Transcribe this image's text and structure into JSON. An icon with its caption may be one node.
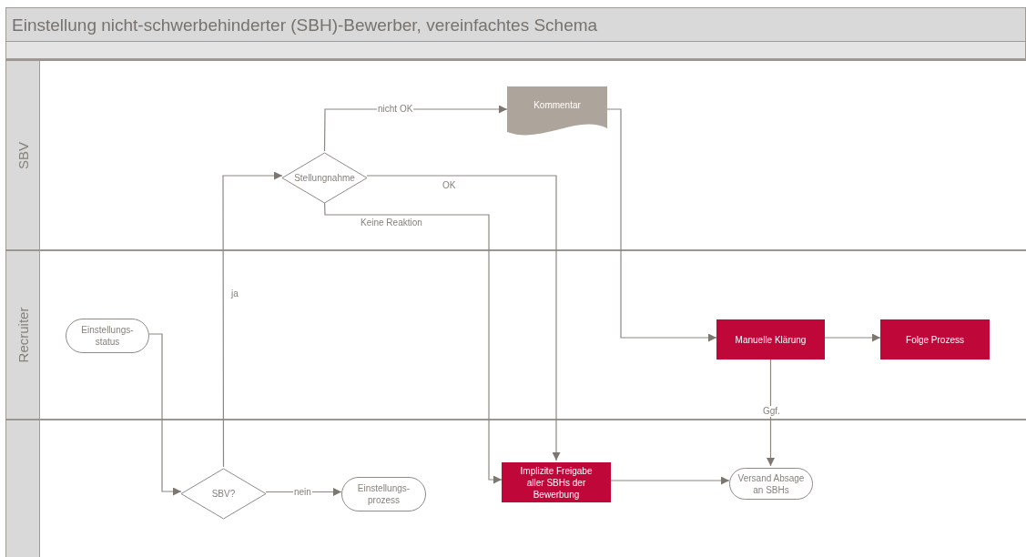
{
  "diagram": {
    "title": "Einstellung nicht-schwerbehinderter (SBH)-Bewerber, vereinfachtes Schema",
    "nodes": [
      {
        "text": [
          "SBV"
        ]
      },
      {
        "text": [
          "Recruiter"
        ]
      },
      {
        "text": [],
        "shape": "band"
      },
      {
        "text": [
          "Stellungnahme"
        ],
        "in": 0
      },
      {
        "text": [
          "Kommentar"
        ],
        "in": 0
      },
      {
        "text": [
          "Einstellungs- status"
        ],
        "in": 1
      },
      {
        "text": [
          "Manuelle Klärung"
        ],
        "in": 1
      },
      {
        "text": [
          "Folge Prozess"
        ],
        "in": 1
      },
      {
        "text": [
          "SBV?"
        ],
        "in": 2
      },
      {
        "text": [
          "Einstellungs- prozess"
        ],
        "in": 2
      },
      {
        "text": [
          "Implizite Freigabe aller SBHs der Bewerbung"
        ],
        "in": 2
      },
      {
        "text": [
          "Versand Absage an SBHs"
        ],
        "in": 2
      }
    ],
    "edges": [
      {
        "from": 5,
        "to": 8,
        "arrow": "to"
      },
      {
        "from": 8,
        "to": 3,
        "arrow": "to",
        "label": "ja"
      },
      {
        "from": 8,
        "to": 9,
        "arrow": "to",
        "label": "nein"
      },
      {
        "from": 3,
        "to": 4,
        "arrow": "to",
        "label": "nicht OK"
      },
      {
        "from": 3,
        "to": 10,
        "arrow": "to",
        "label": "OK"
      },
      {
        "from": 3,
        "to": 10,
        "arrow": "to",
        "label": "Keine Reaktion"
      },
      {
        "from": 4,
        "to": 6,
        "arrow": "to"
      },
      {
        "from": 6,
        "to": 7,
        "arrow": "to"
      },
      {
        "from": 6,
        "to": 11,
        "arrow": "to",
        "label": "Ggf."
      },
      {
        "from": 10,
        "to": 11,
        "arrow": "to"
      }
    ]
  }
}
